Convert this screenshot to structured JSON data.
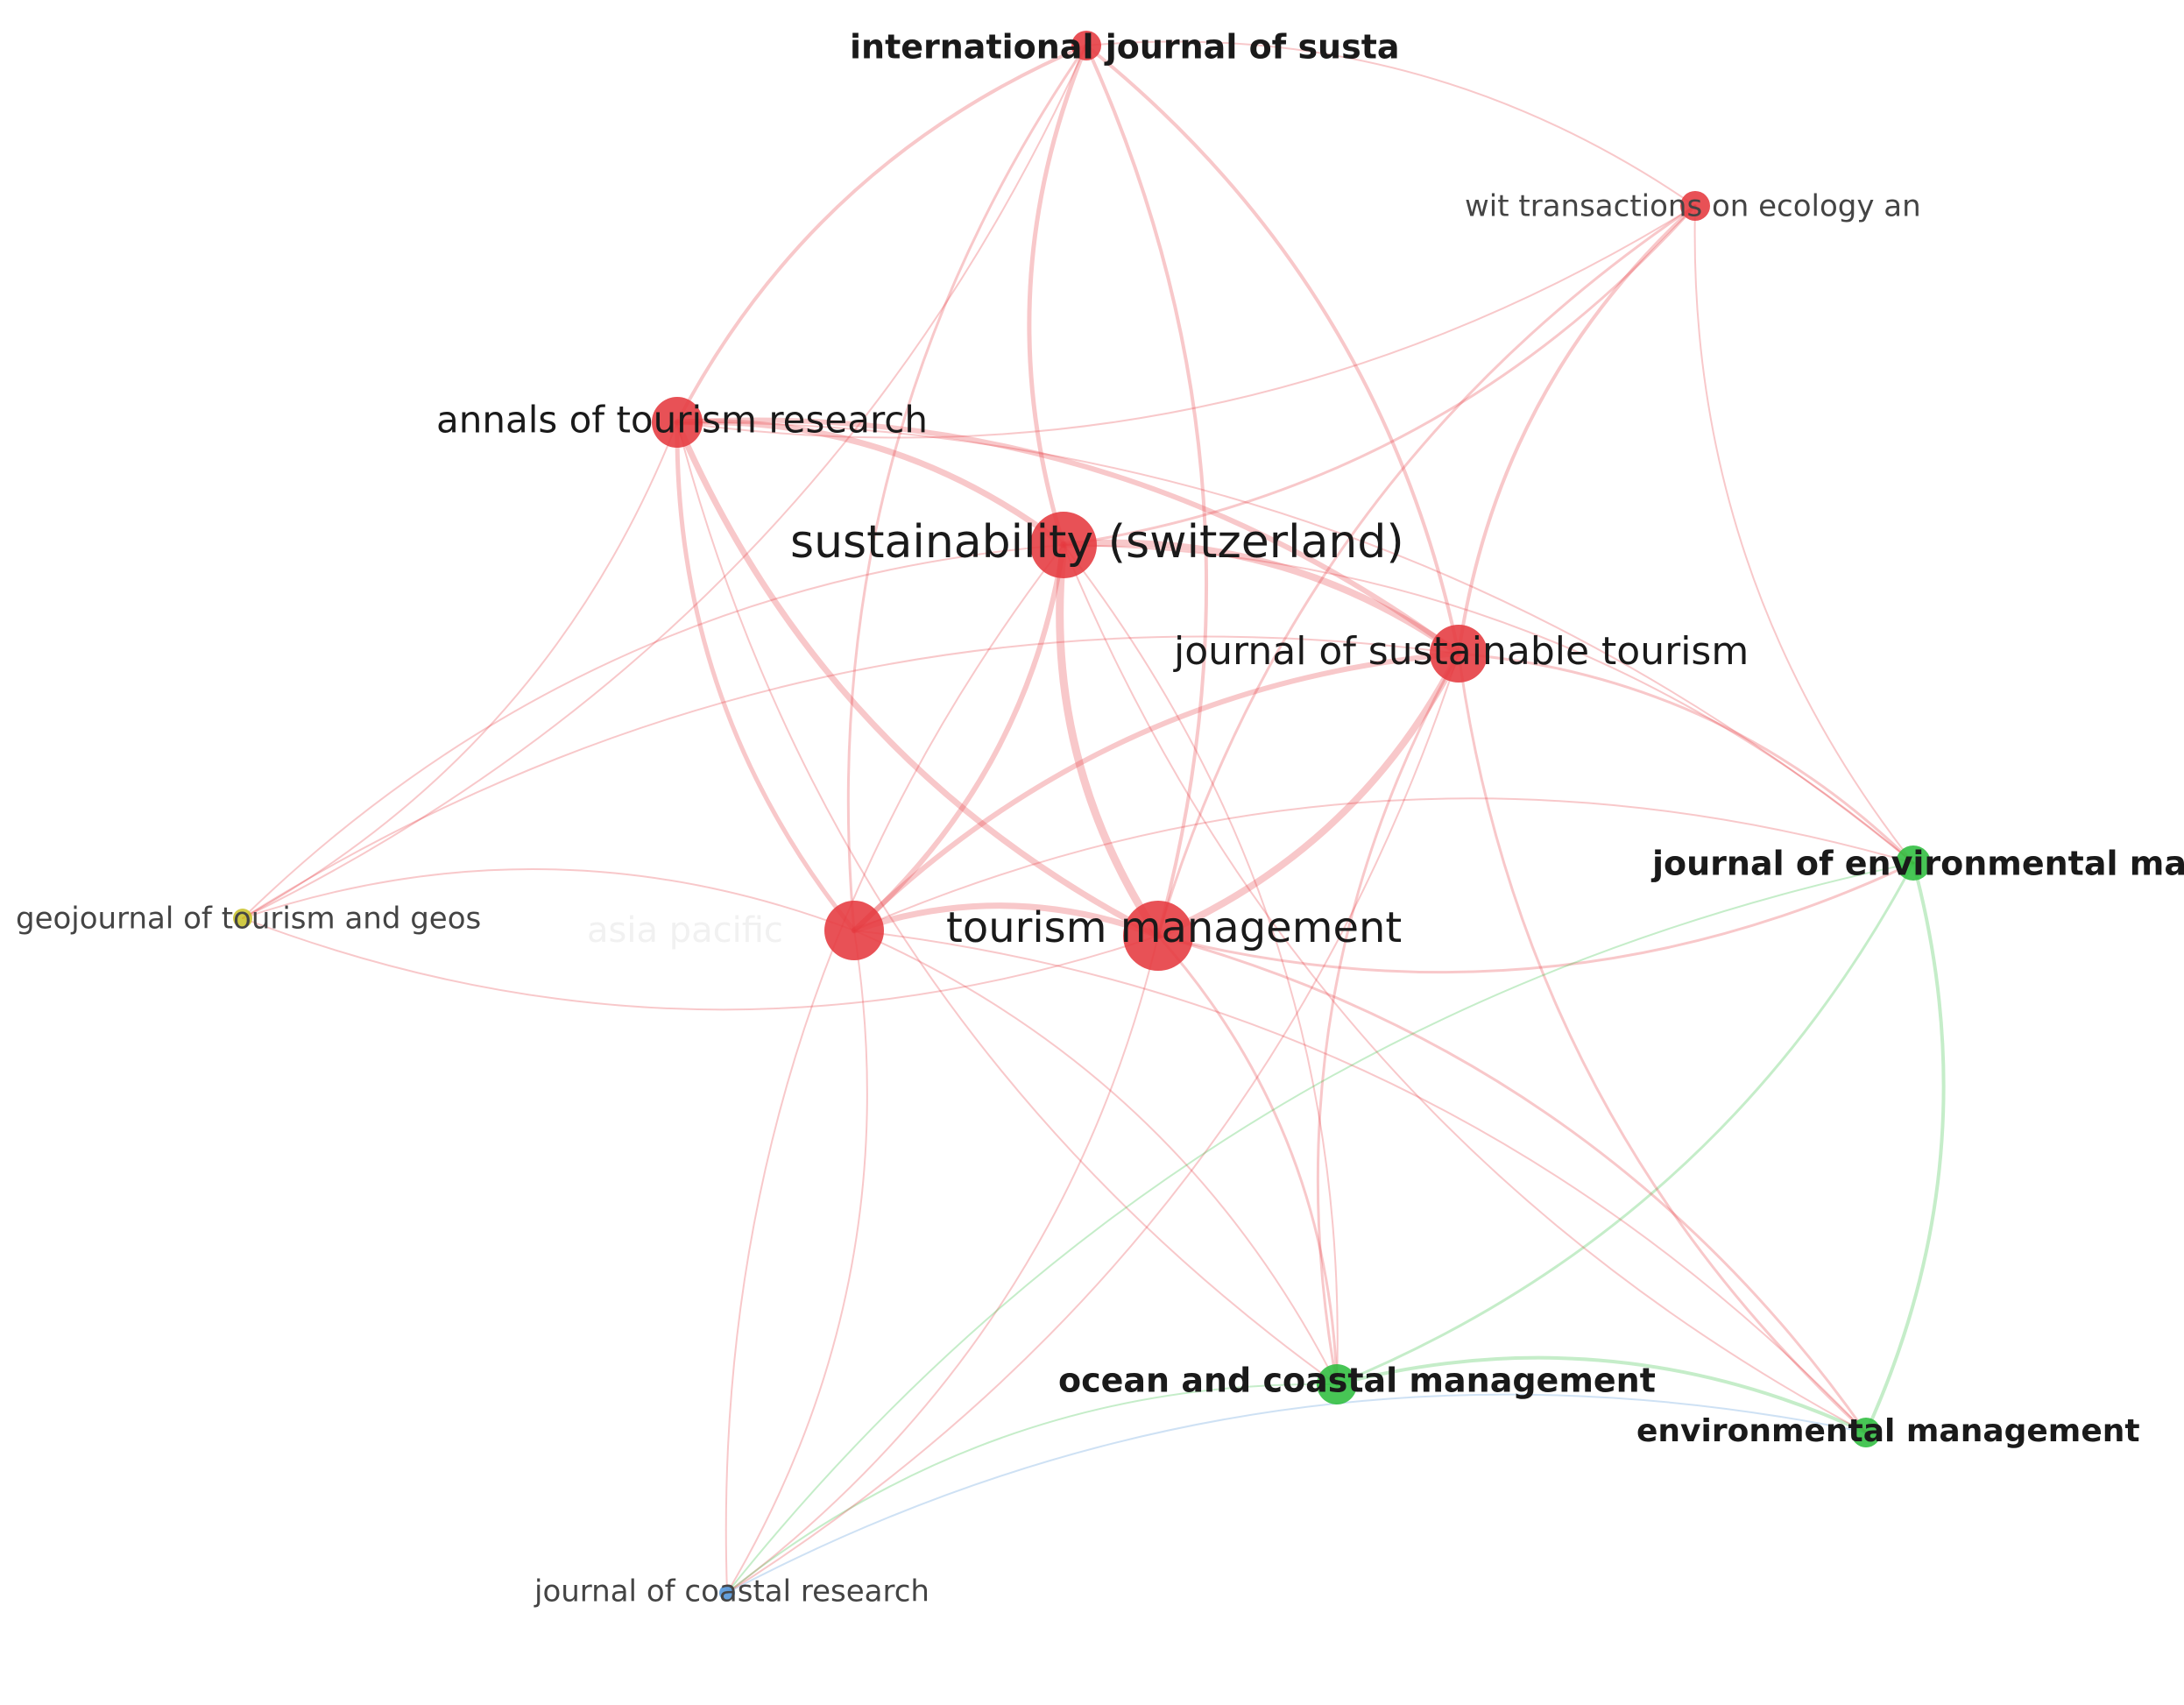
{
  "colors": {
    "red": "#e5393f",
    "green": "#2dbd3e",
    "yellow": "#c9c32b",
    "blue": "#4f93d8"
  },
  "nodes": [
    {
      "id": "sustainability",
      "label": "sustainability (switzerland)",
      "cluster": "red"
    },
    {
      "id": "tourism-management",
      "label": "tourism management",
      "cluster": "red"
    },
    {
      "id": "jst",
      "label": "journal of sustainable tourism",
      "cluster": "red"
    },
    {
      "id": "annals",
      "label": "annals of tourism research",
      "cluster": "red"
    },
    {
      "id": "asia-pacific",
      "label": "asia pacific",
      "cluster": "red"
    },
    {
      "id": "ijst",
      "label": "international journal of susta",
      "cluster": "red"
    },
    {
      "id": "wit",
      "label": "wit transactions on ecology an",
      "cluster": "red"
    },
    {
      "id": "jem",
      "label": "journal of environmental manag",
      "cluster": "green"
    },
    {
      "id": "ocm",
      "label": "ocean and coastal management",
      "cluster": "green"
    },
    {
      "id": "em",
      "label": "environmental management",
      "cluster": "green"
    },
    {
      "id": "geojournal",
      "label": "geojournal of tourism and geos",
      "cluster": "yellow"
    },
    {
      "id": "jcr",
      "label": "journal of coastal research",
      "cluster": "blue"
    }
  ]
}
